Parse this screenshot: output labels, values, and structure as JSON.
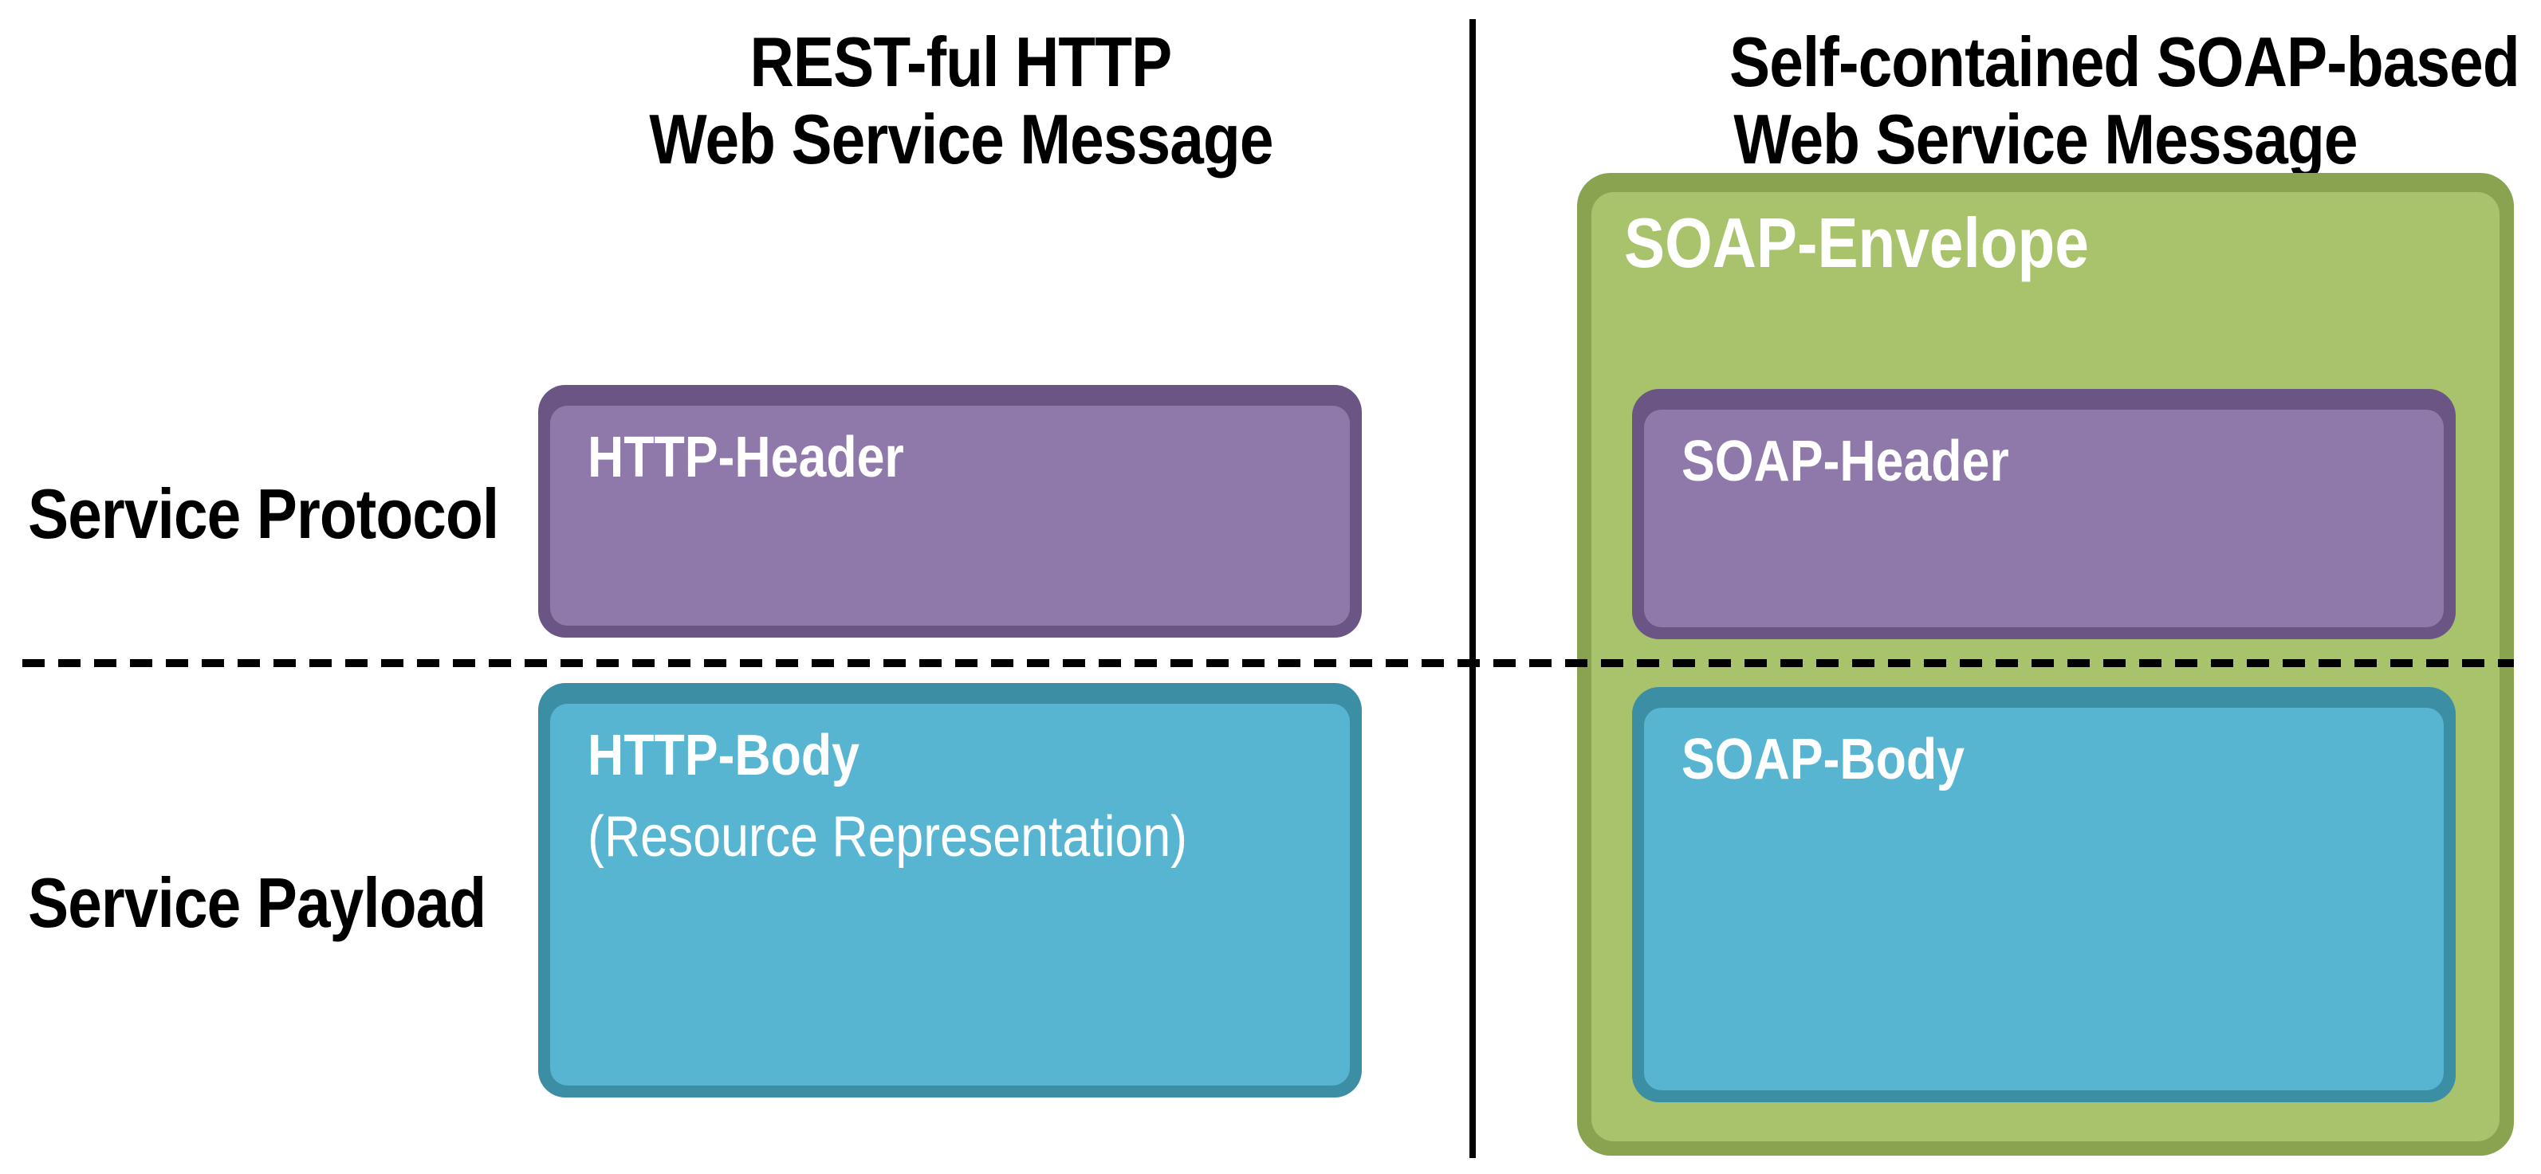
{
  "titles": {
    "left": {
      "line1": "REST-ful HTTP",
      "line2": "Web Service Message"
    },
    "right": {
      "line1": "Self-contained SOAP-based",
      "line2": "Web Service Message"
    }
  },
  "row_labels": {
    "protocol": "Service Protocol",
    "payload": "Service Payload"
  },
  "rest_column": {
    "header_box": {
      "label": "HTTP-Header"
    },
    "body_box": {
      "label": "HTTP-Body",
      "sublabel": "(Resource Representation)"
    }
  },
  "soap_column": {
    "envelope_box": {
      "label": "SOAP-Envelope"
    },
    "header_box": {
      "label": "SOAP-Header"
    },
    "body_box": {
      "label": "SOAP-Body"
    }
  },
  "colors": {
    "purple_fill": "#8E79AA",
    "purple_border": "#6A5585",
    "teal_fill": "#57B5D1",
    "teal_border": "#3C8EA4",
    "green_fill": "#A8C36B",
    "green_border": "#89A351",
    "divider": "#000000",
    "text_light": "#FFFFFF",
    "text_dark": "#000000"
  }
}
